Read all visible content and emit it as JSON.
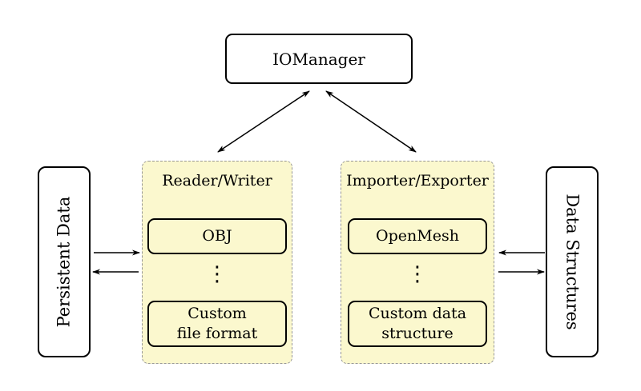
{
  "colors": {
    "background": "#ffffff",
    "group_fill": "#fbf8ce",
    "group_border": "#979797",
    "node_border": "#000000",
    "node_fill": "#ffffff",
    "arrow": "#000000",
    "text": "#000000"
  },
  "nodes": {
    "iomanager": {
      "label": "IOManager"
    },
    "persistent_data": {
      "label": "Persistent Data"
    },
    "data_structures": {
      "label": "Data Structures"
    }
  },
  "groups": [
    {
      "id": "reader-writer",
      "title": "Reader/Writer",
      "ellipsis": "⋮",
      "items": [
        {
          "lines": [
            "OBJ"
          ]
        },
        {
          "lines": [
            "Custom",
            "file format"
          ]
        }
      ]
    },
    {
      "id": "importer-exporter",
      "title": "Importer/Exporter",
      "ellipsis": "⋮",
      "items": [
        {
          "lines": [
            "OpenMesh"
          ]
        },
        {
          "lines": [
            "Custom data",
            "structure"
          ]
        }
      ]
    }
  ],
  "edges": [
    {
      "from": "IOManager",
      "to": "Reader/Writer",
      "type": "bidirectional"
    },
    {
      "from": "IOManager",
      "to": "Importer/Exporter",
      "type": "bidirectional"
    },
    {
      "from": "Persistent Data",
      "to": "Reader/Writer",
      "type": "directed"
    },
    {
      "from": "Reader/Writer",
      "to": "Persistent Data",
      "type": "directed"
    },
    {
      "from": "Data Structures",
      "to": "Importer/Exporter",
      "type": "directed"
    },
    {
      "from": "Importer/Exporter",
      "to": "Data Structures",
      "type": "directed"
    }
  ]
}
